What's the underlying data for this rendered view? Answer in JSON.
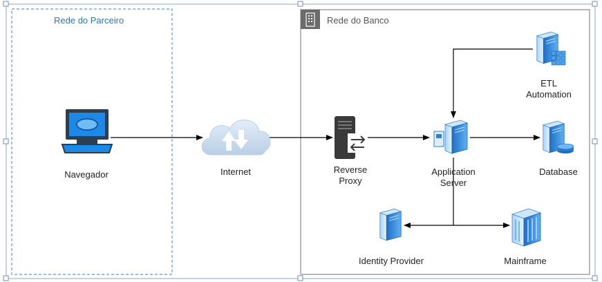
{
  "zones": {
    "partner": {
      "label": "Rede do Parceiro"
    },
    "bank": {
      "label": "Rede do Banco",
      "icon": "building-icon"
    }
  },
  "nodes": {
    "browser": {
      "label": "Navegador",
      "icon": "computer-monitor-icon"
    },
    "internet": {
      "label": "Internet",
      "icon": "cloud-icon"
    },
    "proxy": {
      "label": "Reverse\nProxy",
      "icon": "reverse-proxy-server-icon"
    },
    "appserver": {
      "label": "Application\nServer",
      "icon": "application-server-icon"
    },
    "etl": {
      "label": "ETL\nAutomation",
      "icon": "etl-server-icon"
    },
    "database": {
      "label": "Database",
      "icon": "database-server-icon"
    },
    "idp": {
      "label": "Identity Provider",
      "icon": "server-icon"
    },
    "mainframe": {
      "label": "Mainframe",
      "icon": "mainframe-icon"
    }
  },
  "colors": {
    "partner_border": "#5b9bd5",
    "partner_title": "#2e75b6",
    "bank_border": "#8a8a8a",
    "bank_title": "#555555",
    "connector": "#000000",
    "selection_handle": "#6c8ebf",
    "icon_blue": "#2f7fd1",
    "icon_dark": "#3a3a3a"
  }
}
